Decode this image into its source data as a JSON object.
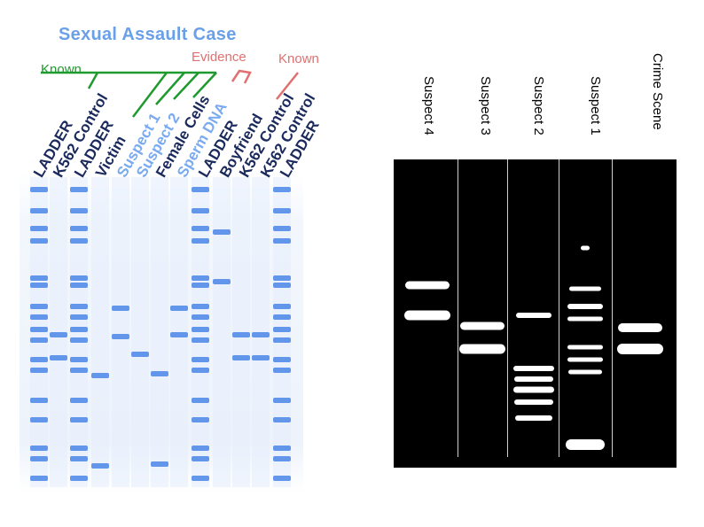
{
  "left_panel": {
    "title": "Sexual Assault Case",
    "group_known_left": "Known",
    "group_evidence": "Evidence",
    "group_known_right": "Known",
    "lanes": [
      {
        "label": "LADDER",
        "color": "#1a2a5c"
      },
      {
        "label": "K562 Control",
        "color": "#1a2a5c"
      },
      {
        "label": "LADDER",
        "color": "#1a2a5c"
      },
      {
        "label": "Victim",
        "color": "#1a2a5c"
      },
      {
        "label": "Suspect 1",
        "color": "#7aaaf0"
      },
      {
        "label": "Suspect 2",
        "color": "#7aaaf0"
      },
      {
        "label": "Female Cells",
        "color": "#1a2a5c"
      },
      {
        "label": "Sperm DNA",
        "color": "#7aaaf0"
      },
      {
        "label": "LADDER",
        "color": "#1a2a5c"
      },
      {
        "label": "Boyfriend",
        "color": "#1a2a5c"
      },
      {
        "label": "K562 Control",
        "color": "#1a2a5c"
      },
      {
        "label": "K562 Control",
        "color": "#1a2a5c"
      },
      {
        "label": "LADDER",
        "color": "#1a2a5c"
      }
    ],
    "colors": {
      "band": "#4a86e8",
      "known_green": "#1e9a2e",
      "evidence_red": "#e07070"
    }
  },
  "right_panel": {
    "lanes": [
      {
        "label": "Suspect 4"
      },
      {
        "label": "Suspect 3"
      },
      {
        "label": "Suspect 2"
      },
      {
        "label": "Suspect 1"
      },
      {
        "label": "Crime Scene"
      }
    ],
    "colors": {
      "gel": "#000000",
      "band": "#ffffff"
    }
  }
}
